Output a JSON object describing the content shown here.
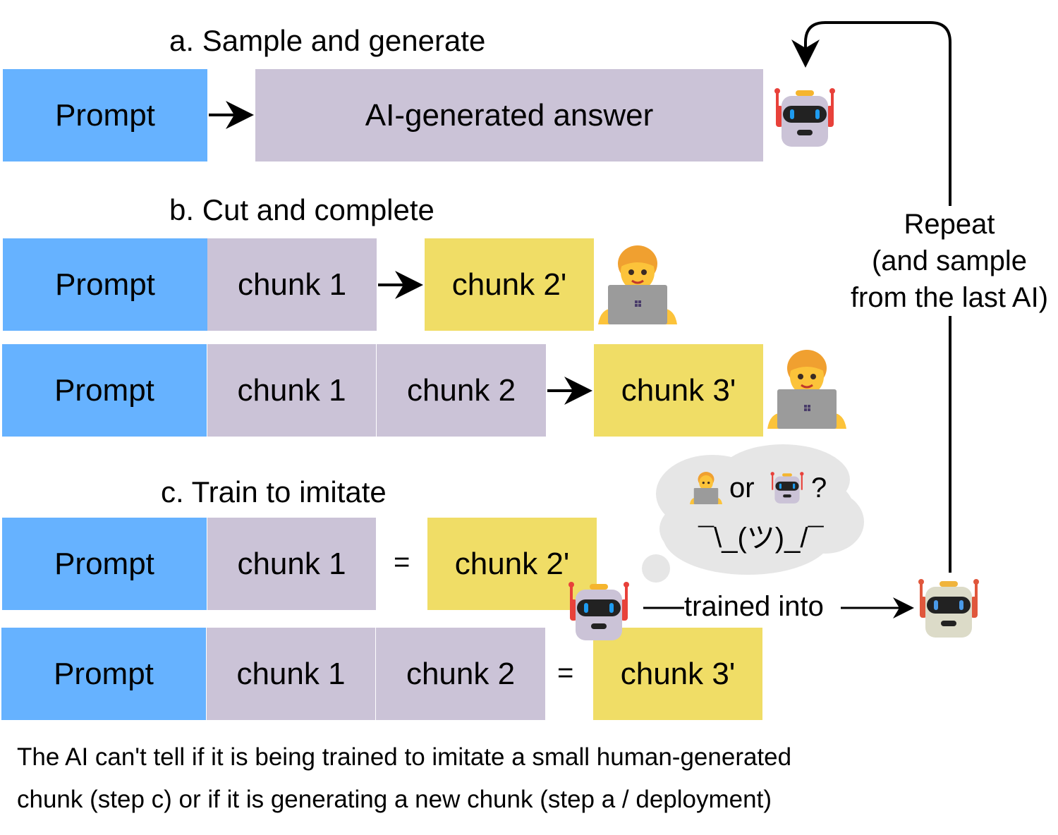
{
  "sections": {
    "a": {
      "heading": "a. Sample and generate",
      "prompt": "Prompt",
      "answer": "AI-generated answer"
    },
    "b": {
      "heading": "b. Cut and complete",
      "row1": {
        "prompt": "Prompt",
        "chunk1": "chunk 1",
        "completion": "chunk 2'"
      },
      "row2": {
        "prompt": "Prompt",
        "chunk1": "chunk 1",
        "chunk2": "chunk 2",
        "completion": "chunk 3'"
      }
    },
    "c": {
      "heading": "c. Train to imitate",
      "row1": {
        "prompt": "Prompt",
        "chunk1": "chunk 1",
        "equals": "=",
        "target": "chunk 2'"
      },
      "row2": {
        "prompt": "Prompt",
        "chunk1": "chunk 1",
        "chunk2": "chunk 2",
        "equals": "=",
        "target": "chunk 3'"
      }
    }
  },
  "loop": {
    "label_lines": [
      "Repeat",
      "(and sample",
      "from the last AI)"
    ]
  },
  "training": {
    "label": "trained into"
  },
  "thought": {
    "or": "or",
    "question": "?",
    "shrug": "¯\\_(ツ)_/¯"
  },
  "caption": {
    "line1": "The AI can't tell if it is being trained to imitate a small human-generated",
    "line2": "chunk (step c) or if it is generating a new chunk (step a / deployment)"
  },
  "colors": {
    "prompt": "#66b2ff",
    "chunk": "#cbc3d7",
    "human": "#f0dd66"
  }
}
